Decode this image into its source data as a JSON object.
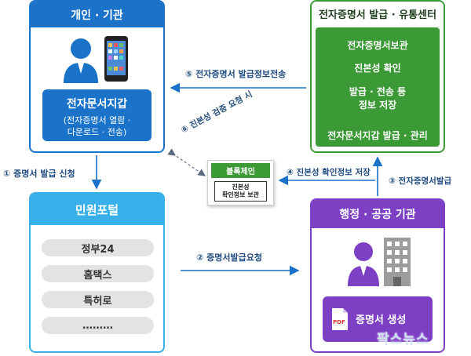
{
  "personal": {
    "title": "개인 · 기관",
    "wallet_title": "전자문서지갑",
    "wallet_sub1": "(전자증명서 열람 ·",
    "wallet_sub2": "다운로드 · 전송)"
  },
  "center": {
    "title": "전자증명서 발급 · 유통센터",
    "items": [
      "전자증명서보관",
      "진본성 확인",
      "발급 · 전송 등",
      "정보 저장",
      "전자문서지갑 발급 · 관리"
    ]
  },
  "portal": {
    "title": "민원포털",
    "items": [
      "정부24",
      "홈택스",
      "특허로",
      "………"
    ]
  },
  "admin": {
    "title": "행정 · 공공 기관",
    "cert_label": "증명서 생성",
    "pdf_label": "PDF"
  },
  "blockchain": {
    "title": "블록체인",
    "store_line1": "진본성",
    "store_line2": "확인정보 보관"
  },
  "arrows": {
    "a1": "① 증명서 발급 신청",
    "a2": "② 증명서발급요청",
    "a3": "③ 전자증명서발급",
    "a4": "④ 진본성 확인정보 저장",
    "a5": "⑤ 전자증명서 발급정보전송",
    "a6": "⑥ 진본성 검증 요청 시"
  },
  "watermark": "팍스뉴스",
  "colors": {
    "blue": "#1a72c9",
    "light_blue": "#39b0e9",
    "green": "#3b9a36",
    "purple": "#7d3fc4"
  }
}
